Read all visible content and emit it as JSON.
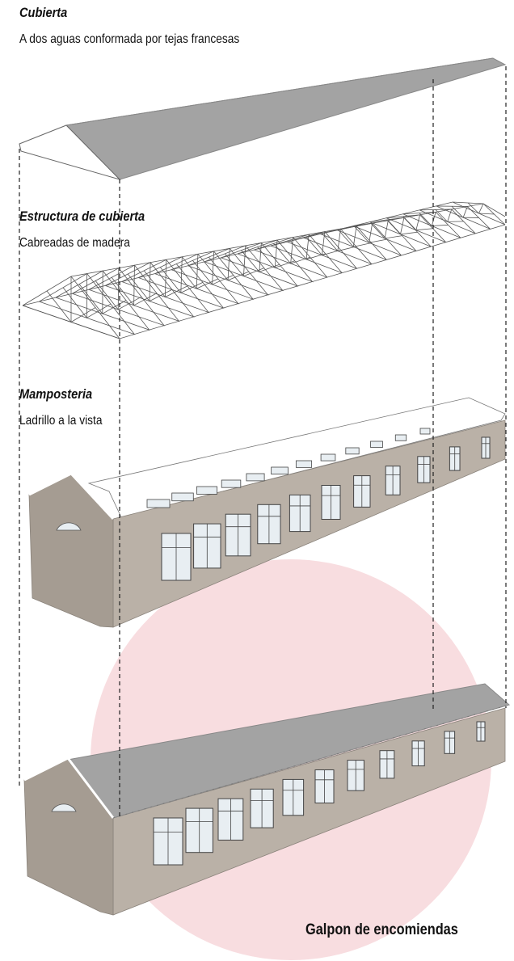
{
  "layers": [
    {
      "title": "Cubierta",
      "description": "A dos aguas conformada por tejas francesas"
    },
    {
      "title": "Estructura de cubierta",
      "description": "Cabreadas de madera"
    },
    {
      "title": "Mamposteria",
      "description": "Ladrillo a la vista"
    }
  ],
  "caption": "Galpon de encomiendas",
  "colors": {
    "roof": "#a3a3a3",
    "roof_edge": "#888888",
    "wall": "#bab1a7",
    "wall_dark": "#a59c92",
    "window": "#e8eef2",
    "highlight_circle": "#f8dde0",
    "guide_line": "#222222"
  }
}
